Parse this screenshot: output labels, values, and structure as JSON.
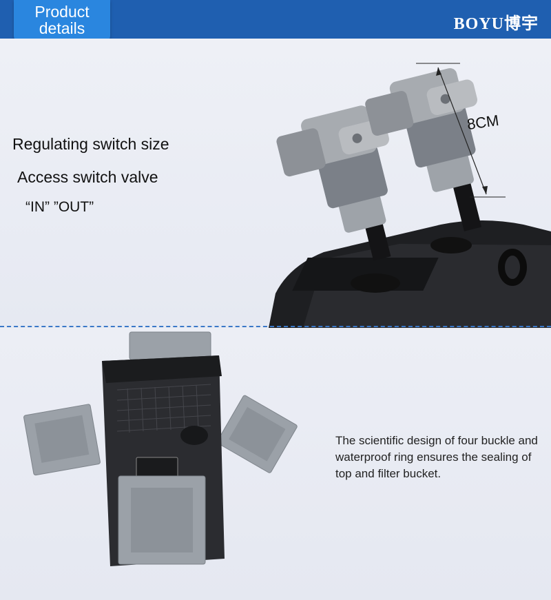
{
  "header": {
    "tab_label_line1": "Product",
    "tab_label_line2": "details",
    "brand": "BOYU博宇"
  },
  "top_section": {
    "line1": "Regulating switch size",
    "line2": "Access switch valve",
    "line3": "“IN” ”OUT”",
    "dimension_label": "8CM"
  },
  "bottom_section": {
    "description": "The scientific design of four buckle and waterproof ring ensures the sealing of top and filter bucket."
  },
  "colors": {
    "header_bar": "#1f5fb0",
    "tab": "#2a86df",
    "divider": "#3a78c8"
  }
}
